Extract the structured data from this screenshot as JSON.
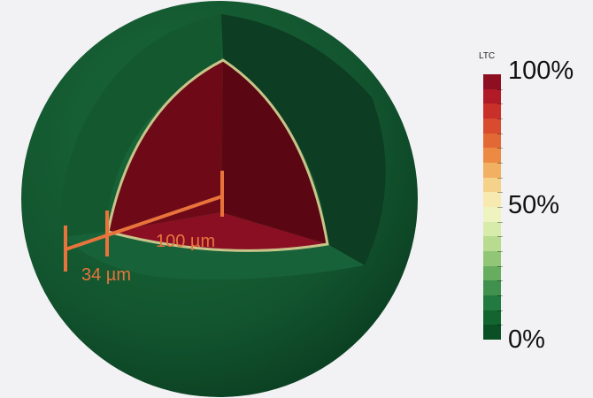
{
  "visualization": {
    "inner_label": "100 µm",
    "shell_label": "34 µm",
    "colors": {
      "shell": "#12542e",
      "shell_shadow": "#0c3a20",
      "core_cut": "#6e0a18",
      "core_floor": "#8a0f22",
      "cut_border": "#c9c48a",
      "measure": "#e8743c"
    }
  },
  "colorbar": {
    "title": "LTC",
    "ticks": [
      {
        "label": "100%",
        "value": 100
      },
      {
        "label": "50%",
        "value": 50
      },
      {
        "label": "0%",
        "value": 0
      }
    ],
    "colors_top_to_bottom": [
      "#8e0f22",
      "#b01b27",
      "#c9302a",
      "#d84b2f",
      "#e26835",
      "#ec8a44",
      "#f2b062",
      "#f5d28a",
      "#f7eab0",
      "#eef3c0",
      "#d7ebab",
      "#b8db8f",
      "#91c676",
      "#66ad5f",
      "#3f914d",
      "#237a40",
      "#12652f",
      "#0b5025"
    ]
  }
}
